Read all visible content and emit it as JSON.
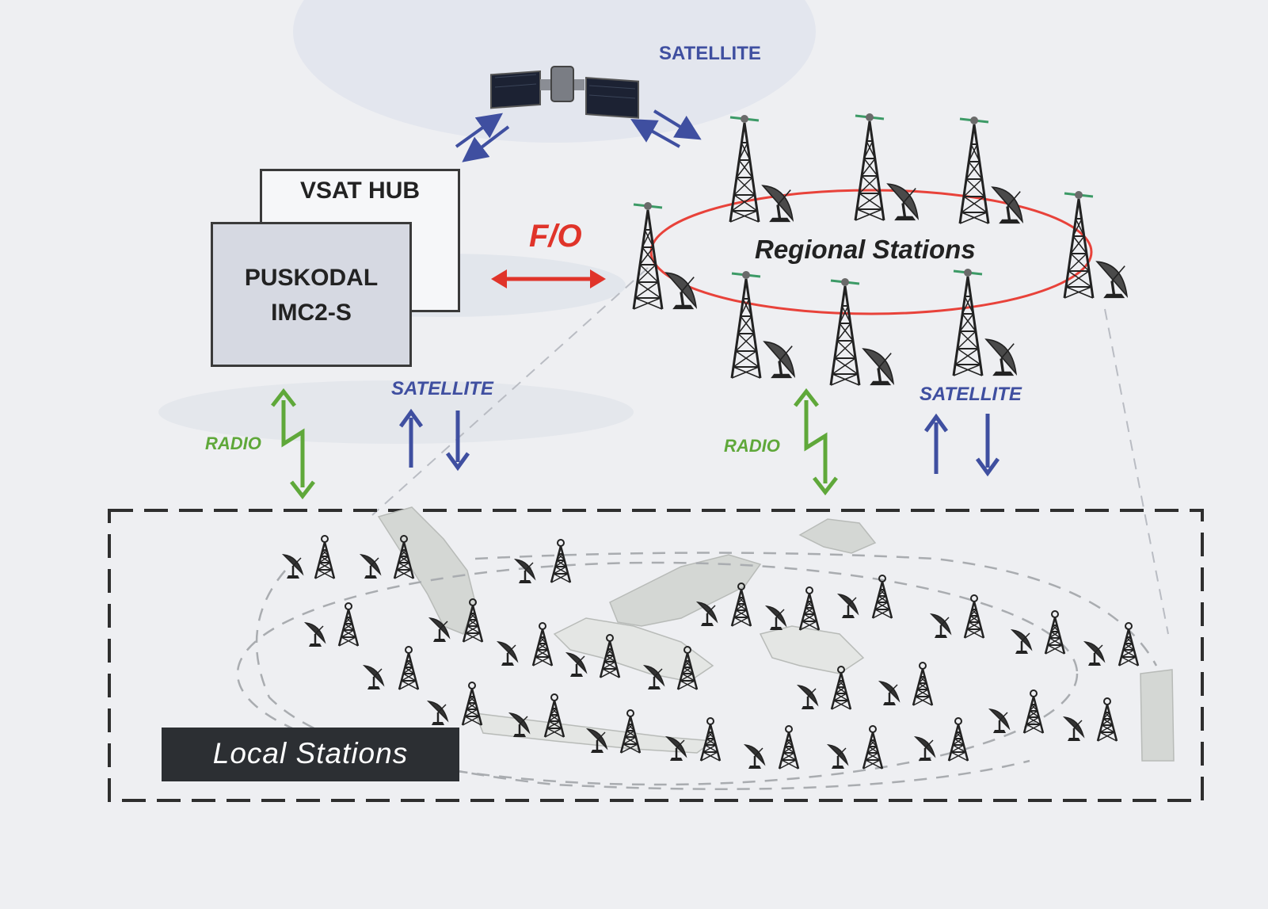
{
  "labels": {
    "satellite_top": "SATELLITE",
    "satellite_left": "SATELLITE",
    "satellite_right": "SATELLITE",
    "vsat_hub": "VSAT HUB",
    "puskodal_line1": "PUSKODAL",
    "puskodal_line2": "IMC2-S",
    "fo": "F/O",
    "regional_stations": "Regional Stations",
    "radio_left": "RADIO",
    "radio_right": "RADIO",
    "local_stations": "Local Stations"
  },
  "icons": {
    "satellite": "satellite-icon",
    "tower": "radio-tower-icon",
    "dish": "satellite-dish-icon",
    "map": "archipelago-map"
  },
  "colors": {
    "satellite_link": "#3f4fa0",
    "radio_link": "#5fa83a",
    "fiber_link": "#e0342a",
    "ring": "#e8423a",
    "hub_box_fill": "#d6d9e2",
    "local_label_bg": "#2c2f33",
    "map_land": "#d4d7d4"
  }
}
